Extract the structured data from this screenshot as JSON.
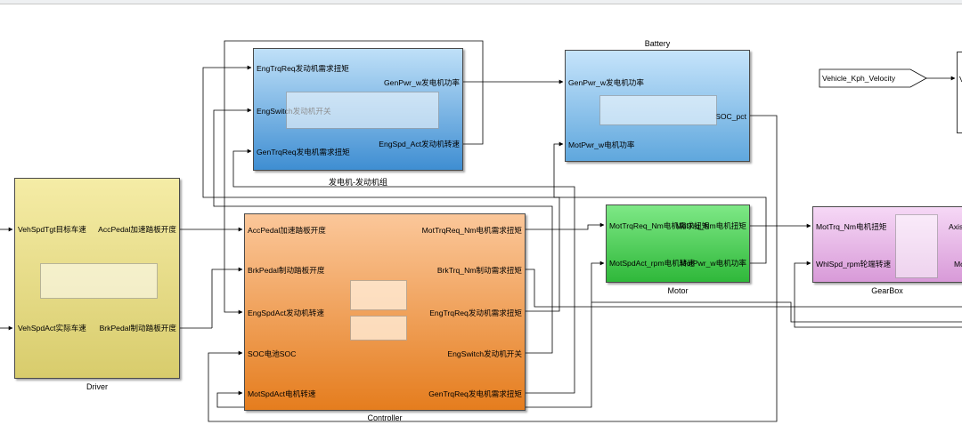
{
  "blocks": {
    "driver": {
      "name": "Driver",
      "inputs": [
        "VehSpdTgt目标车速",
        "VehSpdAct实际车速"
      ],
      "outputs": [
        "AccPedal加速踏板开度",
        "BrkPedal制动踏板开度"
      ],
      "fill": "#ecdf8a"
    },
    "generator": {
      "name": "发电机-发动机组",
      "inputs": [
        "EngTrqReq发动机需求扭矩",
        "EngSwitch发动机开关",
        "GenTrqReq发电机需求扭矩"
      ],
      "outputs": [
        "GenPwr_w发电机功率",
        "EngSpd_Act发动机转速"
      ],
      "fill": "#4d9ad8"
    },
    "battery": {
      "name": "Battery",
      "inputs": [
        "GenPwr_w发电机功率",
        "MotPwr_w电机功率"
      ],
      "outputs": [
        "SOC_pct"
      ],
      "fill": "#7ab8e6"
    },
    "controller": {
      "name": "Controller",
      "inputs": [
        "AccPedal加速踏板开度",
        "BrkPedal制动踏板开度",
        "EngSpdAct发动机转速",
        "SOC电池SOC",
        "MotSpdAct电机转速"
      ],
      "outputs": [
        "MotTrqReq_Nm电机需求扭矩",
        "BrkTrq_Nm制动需求扭矩",
        "EngTrqReq发动机需求扭矩",
        "EngSwitch发动机开关",
        "GenTrqReq发电机需求扭矩"
      ],
      "fill": "#f3a25a"
    },
    "motor": {
      "name": "Motor",
      "inputs": [
        "MotTrqReq_Nm电机需求扭矩",
        "MotSpdAct_rpm电机转速"
      ],
      "outputs": [
        "MotTrq_Nm电机扭矩",
        "MotPwr_w电机功率"
      ],
      "fill": "#3fd04a"
    },
    "gearbox": {
      "name": "GearBox",
      "inputs": [
        "MotTrq_Nm电机扭矩",
        "WhlSpd_rpm轮端转速"
      ],
      "outputs": [
        "Axis",
        "Mo"
      ],
      "fill": "#eab8ea"
    }
  },
  "goto_tag": {
    "label": "Vehicle_Kph_Velocity"
  },
  "partial_block": {
    "label": "V"
  },
  "colors": {
    "wire": "#000000",
    "border": "#4a4a4a"
  }
}
